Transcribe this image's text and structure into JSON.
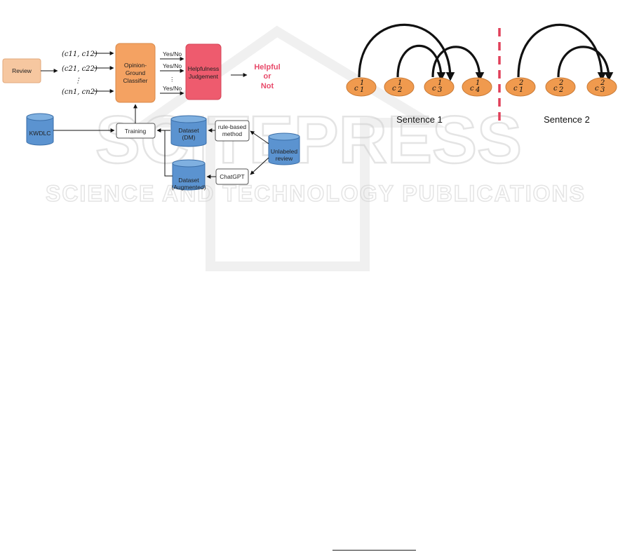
{
  "watermark": {
    "brand": "SCITEPRESS",
    "tagline": "SCIENCE AND TECHNOLOGY PUBLICATIONS"
  },
  "figure1": {
    "review_label": "Review",
    "inputs": [
      {
        "label": "(c11, c12)"
      },
      {
        "label": "(c21, c22)"
      },
      {
        "label": "⋮"
      },
      {
        "label": "(cn1, cn2)"
      }
    ],
    "classifier_lines": [
      "Opinion-",
      "Ground",
      "Classifier"
    ],
    "yesno_label": "Yes/No",
    "yesno_dots": "⋮",
    "judgement_lines": [
      "Helpfulness",
      "Judgement"
    ],
    "output_lines": [
      "Helpful",
      "or",
      "Not"
    ],
    "kwdlc_label": "KWDLC",
    "training_label": "Training",
    "dataset_dm_lines": [
      "Dataset",
      "(DM)"
    ],
    "dataset_aug_lines": [
      "Dataset",
      "(Augmented)"
    ],
    "rule_based_lines": [
      "rule-based",
      "method"
    ],
    "chatgpt_label": "ChatGPT",
    "unlabeled_lines": [
      "Unlabeled",
      "review"
    ],
    "colors": {
      "review": "#f6c7a0",
      "classifier": "#f4a262",
      "judgement": "#ee5b6e",
      "output_text": "#e84a6a",
      "db": "#5b93d0"
    }
  },
  "figure2": {
    "sentence1_nodes": [
      {
        "sym": "c",
        "sup": "1",
        "sub": "1"
      },
      {
        "sym": "c",
        "sup": "1",
        "sub": "2"
      },
      {
        "sym": "c",
        "sup": "1",
        "sub": "3"
      },
      {
        "sym": "c",
        "sup": "1",
        "sub": "4"
      }
    ],
    "sentence2_nodes": [
      {
        "sym": "c",
        "sup": "2",
        "sub": "1"
      },
      {
        "sym": "c",
        "sup": "2",
        "sub": "2"
      },
      {
        "sym": "c",
        "sup": "2",
        "sub": "3"
      }
    ],
    "sentence1_caption": "Sentence 1",
    "sentence2_caption": "Sentence 2",
    "colors": {
      "node": "#f09a4e",
      "divider": "#e0405a"
    }
  }
}
